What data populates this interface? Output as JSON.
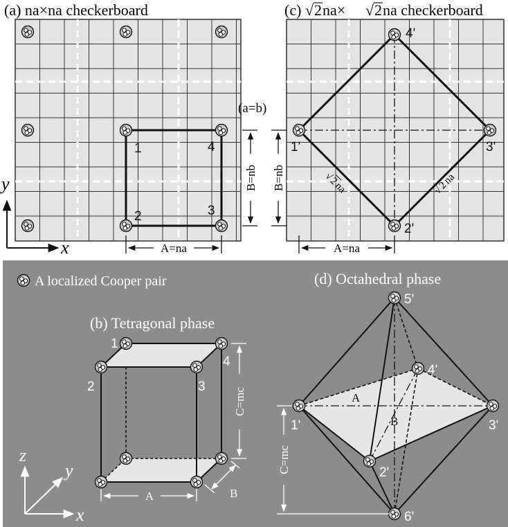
{
  "panel_a": {
    "title": "(a) na×na checkerboard",
    "labels": [
      "1",
      "2",
      "3",
      "4"
    ],
    "dim_a": "A=na",
    "dim_b": "B=nb",
    "axis_x": "x",
    "axis_y": "y"
  },
  "panel_c": {
    "title_prefix": "(c)",
    "title_suffix": "na×",
    "title_end": "na checkerboard",
    "root_digit": "2",
    "labels": [
      "1'",
      "2'",
      "3'",
      "4'"
    ],
    "dim_a": "A=na",
    "dim_b": "B=nb",
    "diag_left": "na",
    "diag_right": "na",
    "note": "(a=b)"
  },
  "legend": {
    "text": "A localized Cooper pair"
  },
  "panel_b": {
    "title": "(b) Tetragonal phase",
    "labels": [
      "1",
      "2",
      "3",
      "4"
    ],
    "dim_a": "A",
    "dim_b": "B",
    "dim_c": "C=mc",
    "axis_x": "x",
    "axis_y": "y",
    "axis_z": "z"
  },
  "panel_d": {
    "title": "(d) Octahedral phase",
    "labels": [
      "1'",
      "2'",
      "3'",
      "4'",
      "5'",
      "6'"
    ],
    "dim_a": "A",
    "dim_b": "B",
    "dim_c": "C=mc"
  },
  "colors": {
    "board_fill": "#e4e4e4",
    "grid_line": "#333333",
    "dashed_white": "#ffffff",
    "bottom_bg": "#8c8c8c",
    "face_fill": "#e6e6e6"
  }
}
